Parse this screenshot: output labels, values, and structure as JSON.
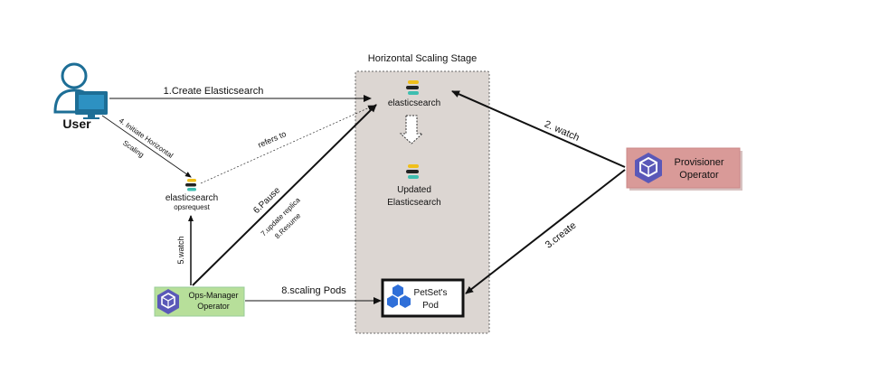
{
  "stage": {
    "title": "Horizontal Scaling Stage"
  },
  "user": {
    "label": "User"
  },
  "elasticsearch_top": {
    "label": "elasticsearch"
  },
  "updated": {
    "line1": "Updated",
    "line2": "Elasticsearch"
  },
  "opsrequest": {
    "label1": "elasticsearch",
    "label2": "opsrequest"
  },
  "provisioner": {
    "line1": "Provisioner",
    "line2": "Operator"
  },
  "opsmanager": {
    "line1": "Ops-Manager",
    "line2": "Operator"
  },
  "pod": {
    "line1": "PetSet's",
    "line2": "Pod"
  },
  "arrows": {
    "create_es": "1.Create Elasticsearch",
    "watch2": "2. watch",
    "create3": "3.create",
    "initiate_line1": "4. Initiate Horizontal",
    "initiate_line2": "Scaling",
    "refers": "refers to",
    "watch5": "5.watch",
    "pause": "6.Pause",
    "update_replica": "7.update replica",
    "resume": "8.Resume",
    "scaling_pods": "8.scaling Pods"
  },
  "colors": {
    "stage_bg": "#dcd6d2",
    "provisioner_bg": "#d99a98",
    "opsmanager_bg": "#b7df9a",
    "operator_icon": "#5a58b8",
    "pod_icon": "#2f6fd8",
    "user_blue": "#1d6e96",
    "es_yellow": "#f0bf1a",
    "es_teal": "#3ebeb0",
    "es_pink": "#ef5098"
  }
}
